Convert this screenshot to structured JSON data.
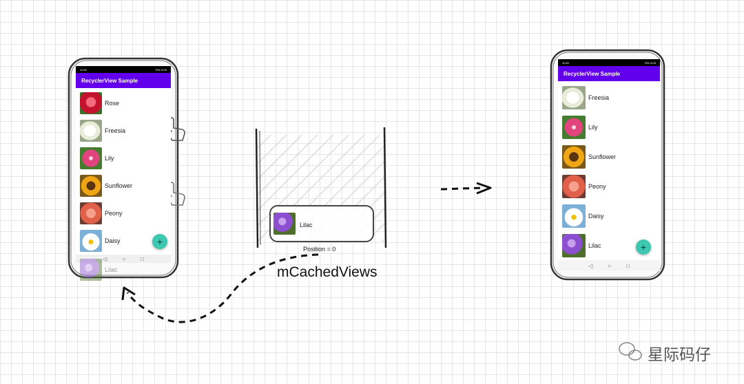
{
  "left_phone": {
    "status_left": "11:59",
    "status_right": "76% 5:09",
    "app_title": "RecyclerView Sample",
    "items": [
      {
        "label": "Rose",
        "icon": "rose-flower-image"
      },
      {
        "label": "Freesia",
        "icon": "freesia-flower-image"
      },
      {
        "label": "Lily",
        "icon": "lily-flower-image"
      },
      {
        "label": "Sunflower",
        "icon": "sunflower-flower-image"
      },
      {
        "label": "Peony",
        "icon": "peony-flower-image"
      },
      {
        "label": "Daisy",
        "icon": "daisy-flower-image"
      }
    ],
    "offscreen_item": {
      "label": "Lilac",
      "icon": "lilac-flower-image"
    },
    "fab_label": "+",
    "nav_icons": [
      "back-icon",
      "home-icon",
      "recents-icon"
    ]
  },
  "right_phone": {
    "status_left": "11:59",
    "status_right": "76% 5:09",
    "app_title": "RecyclerView Sample",
    "items": [
      {
        "label": "Freesia",
        "icon": "freesia-flower-image"
      },
      {
        "label": "Lily",
        "icon": "lily-flower-image"
      },
      {
        "label": "Sunflower",
        "icon": "sunflower-flower-image"
      },
      {
        "label": "Peony",
        "icon": "peony-flower-image"
      },
      {
        "label": "Daisy",
        "icon": "daisy-flower-image"
      },
      {
        "label": "Lilac",
        "icon": "lilac-flower-image"
      }
    ],
    "fab_label": "+",
    "nav_icons": [
      "back-icon",
      "home-icon",
      "recents-icon"
    ]
  },
  "cache": {
    "item_label": "Lilac",
    "position_label": "Position = 0",
    "title": "mCachedViews"
  },
  "gestures": [
    "tap-hand-icon",
    "scroll-up-arrow-icon",
    "tap-hand-icon"
  ],
  "watermark": {
    "text": "星际码仔",
    "icon": "wechat-icon"
  },
  "colors": {
    "app_bar": "#6200ee",
    "fab": "#3ec7b1",
    "grid": "#e6e6e6"
  }
}
